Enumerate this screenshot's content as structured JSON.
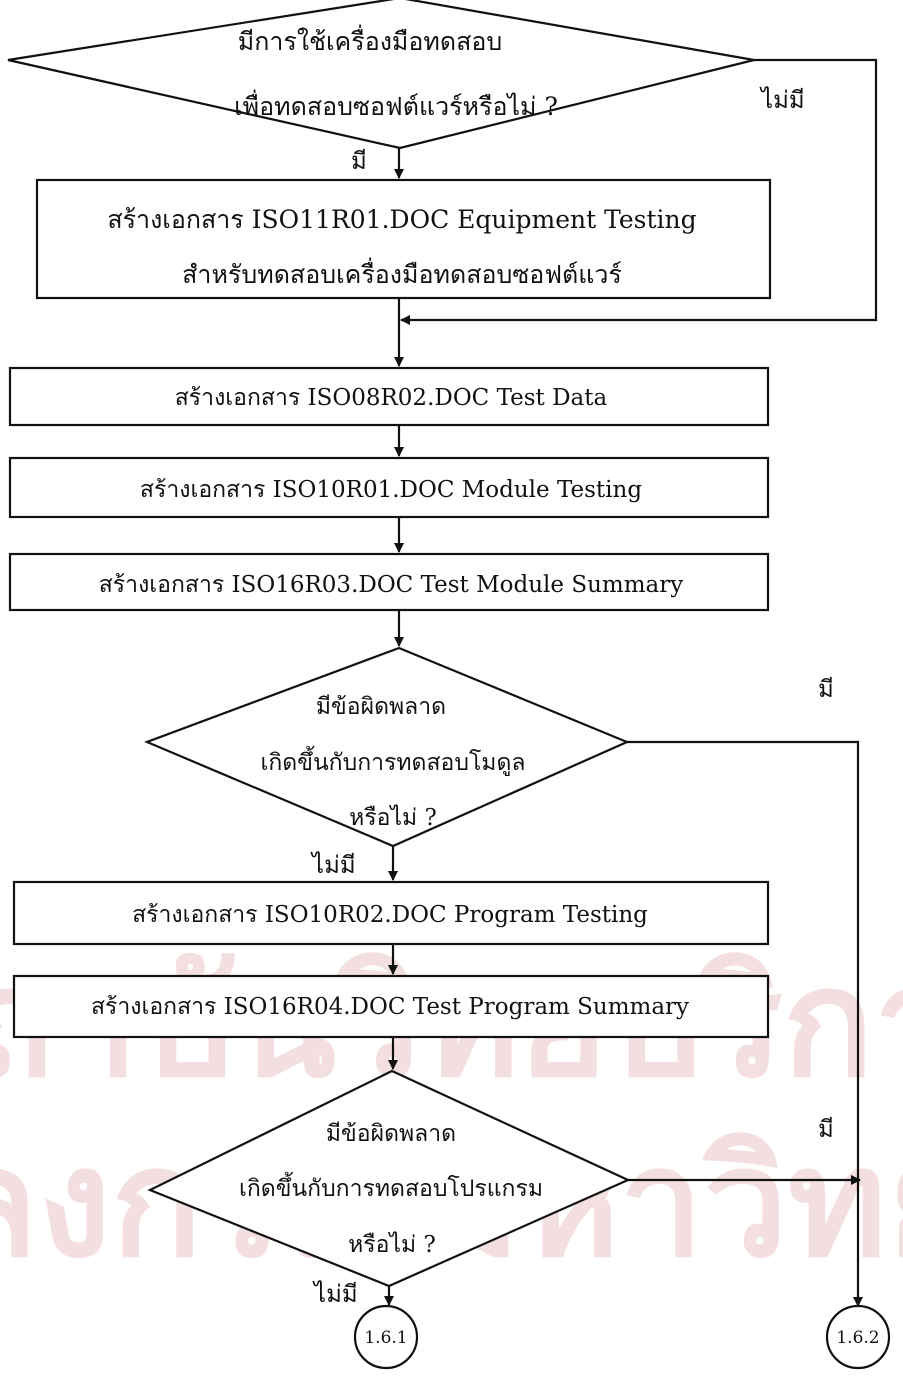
{
  "watermark": {
    "line1": "สถาบันวิทยบริการ",
    "line2": "จุฬาลงกรณ์มหาวิทยาลัย"
  },
  "nodes": {
    "decision_tool": {
      "line1": "มีการใช้เครื่องมือทดสอบ",
      "line2": "เพื่อทดสอบซอฟต์แวร์หรือไม่ ?"
    },
    "box_equipment": {
      "line1": "สร้างเอกสาร ISO11R01.DOC Equipment Testing",
      "line2": "สำหรับทดสอบเครื่องมือทดสอบซอฟต์แวร์"
    },
    "box_test_data": {
      "text": "สร้างเอกสาร ISO08R02.DOC Test Data"
    },
    "box_module_testing": {
      "text": "สร้างเอกสาร ISO10R01.DOC Module Testing"
    },
    "box_module_summary": {
      "text": "สร้างเอกสาร ISO16R03.DOC Test Module Summary"
    },
    "decision_module_error": {
      "line1": "มีข้อผิดพลาด",
      "line2": "เกิดขึ้นกับการทดสอบโมดูล",
      "line3": "หรือไม่ ?"
    },
    "box_program_testing": {
      "text": "สร้างเอกสาร ISO10R02.DOC Program Testing"
    },
    "box_program_summary": {
      "text": "สร้างเอกสาร ISO16R04.DOC Test Program Summary"
    },
    "decision_program_error": {
      "line1": "มีข้อผิดพลาด",
      "line2": "เกิดขึ้นกับการทดสอบโปรแกรม",
      "line3": "หรือไม่ ?"
    },
    "connector_1": {
      "text": "1.6.1"
    },
    "connector_2": {
      "text": "1.6.2"
    }
  },
  "edge_labels": {
    "tool_yes": "มี",
    "tool_no": "ไม่มี",
    "module_yes": "มี",
    "module_no": "ไม่มี",
    "program_yes": "มี",
    "program_no": "ไม่มี"
  }
}
